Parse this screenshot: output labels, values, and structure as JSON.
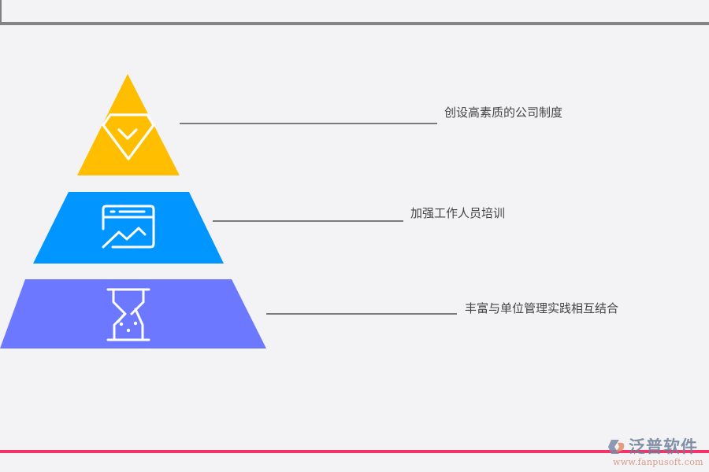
{
  "diagram": {
    "type": "pyramid",
    "tiers": [
      {
        "level": 1,
        "position": "top",
        "icon": "diamond-check-icon",
        "color": "#FFBE00",
        "label": "创设高素质的公司制度"
      },
      {
        "level": 2,
        "position": "middle",
        "icon": "browser-chart-icon",
        "color": "#0095FF",
        "label": "加强工作人员培训"
      },
      {
        "level": 3,
        "position": "bottom",
        "icon": "hourglass-icon",
        "color": "#6B78FF",
        "label": "丰富与单位管理实践相互结合"
      }
    ],
    "connector_color": "#7B7B7B",
    "accent_rule_color": "#F5336B"
  },
  "watermark": {
    "name": "泛普软件",
    "url": "www.fanpusoft.com"
  }
}
